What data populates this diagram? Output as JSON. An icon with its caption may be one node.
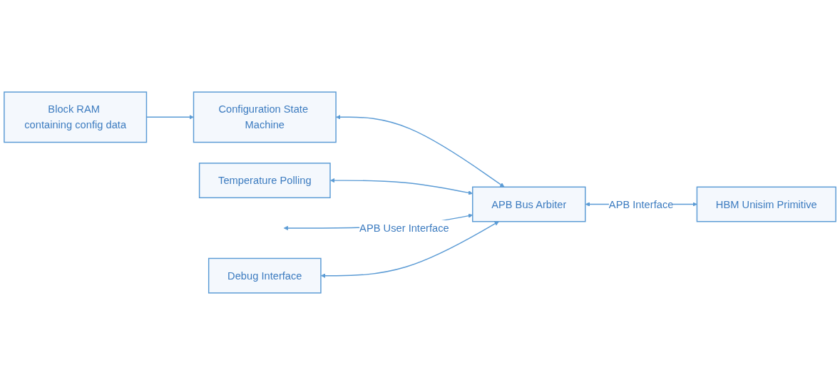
{
  "diagram": {
    "nodes": [
      {
        "text": [
          "Block RAM containing config data"
        ]
      },
      {
        "text": [
          "Configuration State Machine"
        ]
      },
      {
        "text": [
          "Temperature Polling"
        ]
      },
      {
        "text": [
          "Debug Interface"
        ]
      },
      {
        "text": [
          "APB Bus Arbiter"
        ]
      },
      {
        "text": [
          "HBM Unisim Primitive"
        ]
      }
    ],
    "edges": [
      {
        "from": 0,
        "to": 1,
        "arrow": "to"
      },
      {
        "from": 1,
        "to": 4,
        "arrow": "both"
      },
      {
        "from": 2,
        "to": 4,
        "arrow": "both"
      },
      {
        "from": null,
        "to": 4,
        "arrow": "both",
        "label": "APB User Interface"
      },
      {
        "from": 3,
        "to": 4,
        "arrow": "both"
      },
      {
        "from": 4,
        "to": 5,
        "arrow": "both",
        "label": "APB Interface"
      }
    ]
  }
}
